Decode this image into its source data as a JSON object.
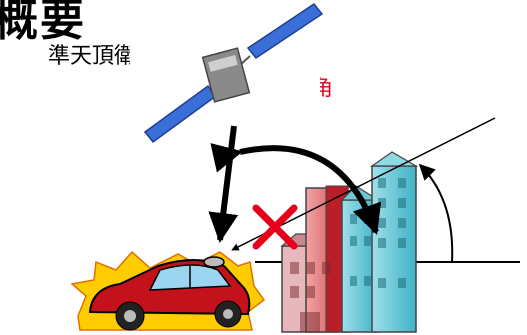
{
  "title_fragment": "概要",
  "labels": {
    "satellite": "準天頂衛星",
    "high_elevation_angle": "高仰角"
  },
  "colors": {
    "angle_label": "#e0001b",
    "blocked_mark": "#e8001a",
    "arrows": "#000000",
    "car_body": "#c4121c",
    "car_flash": "#ffcc00",
    "satellite_panel": "#3a6fd8"
  },
  "icons": [
    "satellite-icon",
    "car-icon",
    "buildings-icon",
    "blocked-x-icon"
  ]
}
